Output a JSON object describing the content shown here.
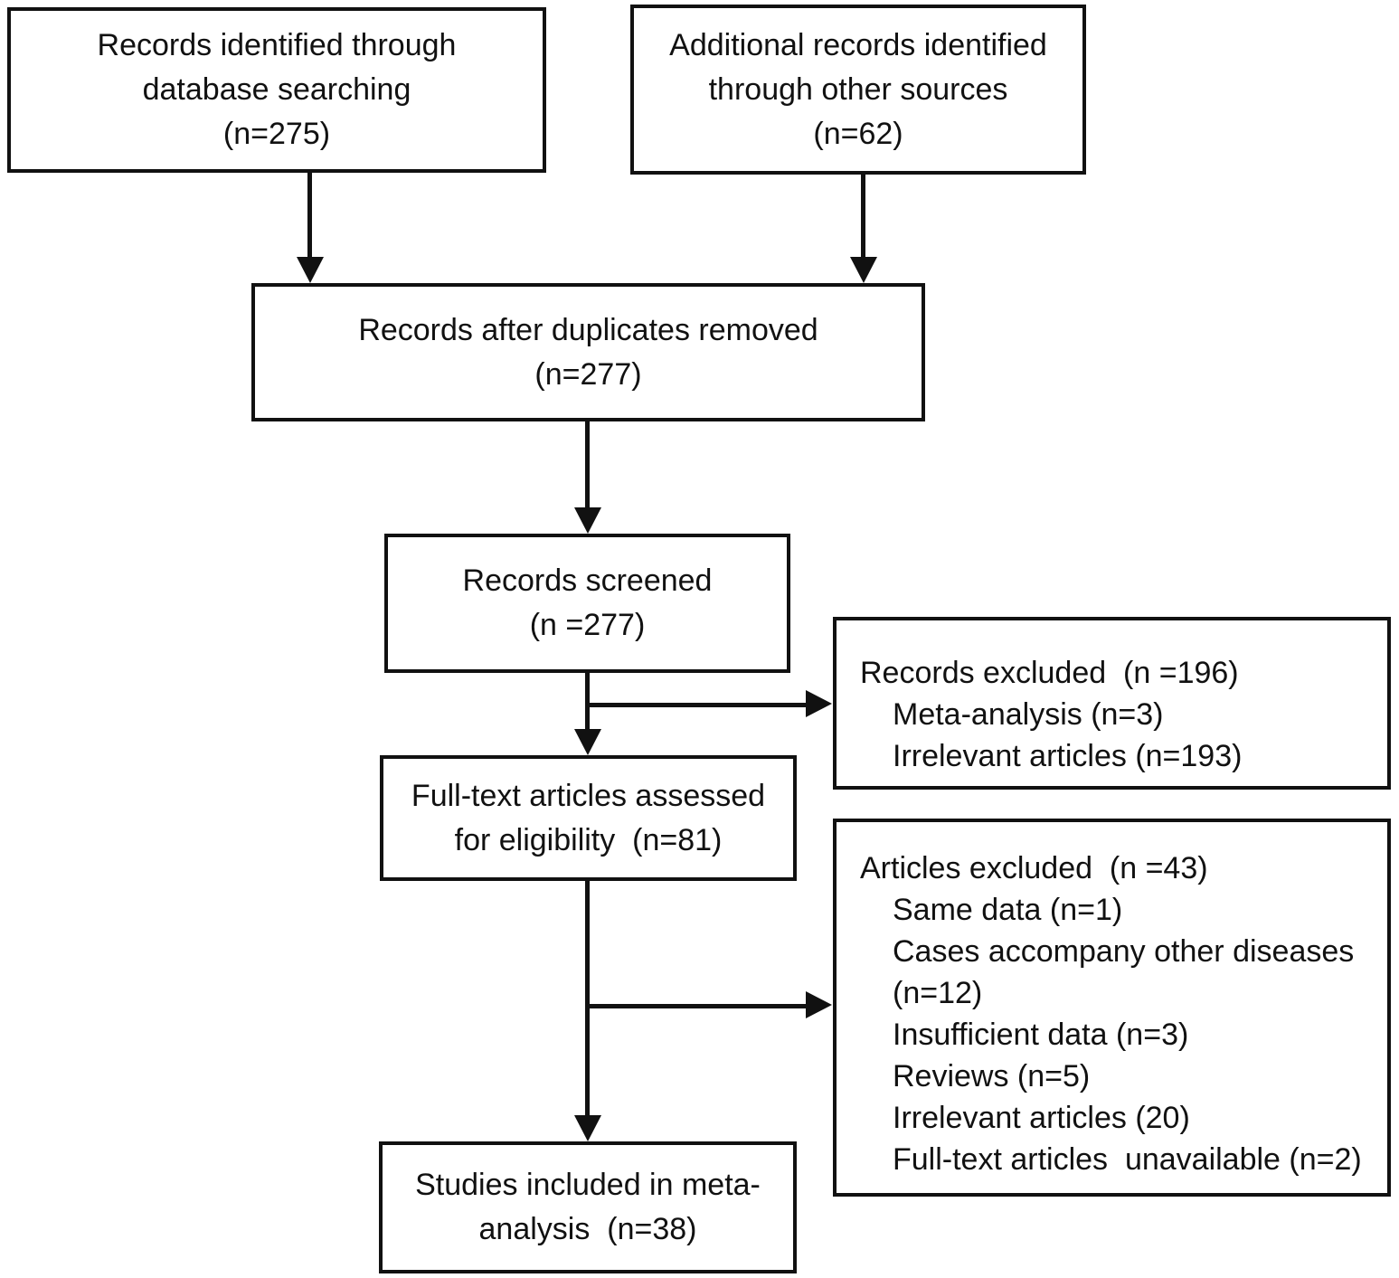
{
  "diagram": {
    "boxes": {
      "identified": {
        "lines": [
          "Records identified through",
          "database searching",
          "(n=275)"
        ]
      },
      "additional": {
        "lines": [
          "Additional records identified",
          "through other sources",
          "(n=62)"
        ]
      },
      "duplicates": {
        "lines": [
          "Records after duplicates removed",
          "(n=277)"
        ]
      },
      "screened": {
        "lines": [
          "Records screened",
          "(n =277)"
        ]
      },
      "records_excluded": {
        "lines": [
          "Records excluded  (n =196)",
          "Meta-analysis (n=3)",
          "Irrelevant articles (n=193)"
        ]
      },
      "fulltext": {
        "lines": [
          "Full-text articles assessed",
          "for eligibility  (n=81)"
        ]
      },
      "articles_excluded": {
        "lines": [
          "Articles excluded  (n =43)",
          "Same data (n=1)",
          "Cases accompany other diseases",
          "(n=12)",
          "Insufficient data (n=3)",
          "Reviews (n=5)",
          "Irrelevant articles (20)",
          "Full-text articles  unavailable (n=2)"
        ]
      },
      "included": {
        "lines": [
          "Studies included in meta-",
          "analysis  (n=38)"
        ]
      }
    },
    "colors": {
      "line": "#111111",
      "background": "#ffffff"
    }
  }
}
